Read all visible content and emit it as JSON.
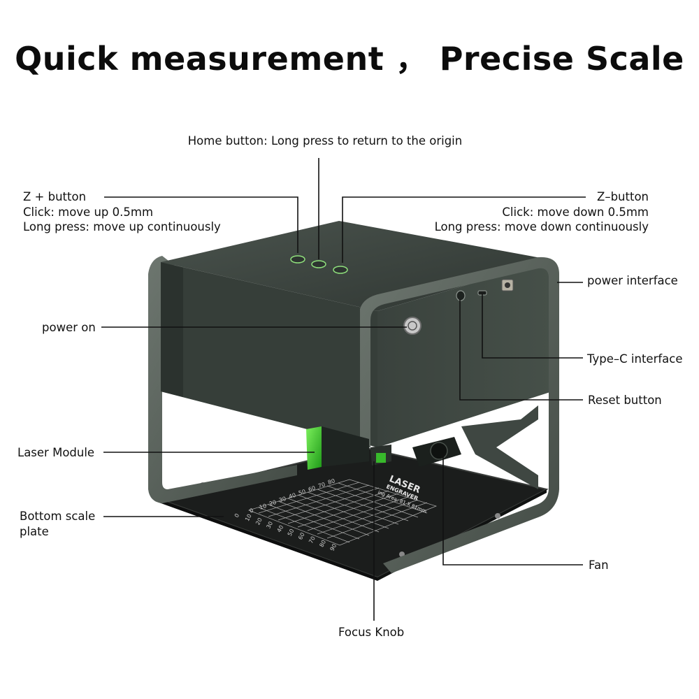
{
  "title": "Quick measurement ， Precise Scale",
  "labels": {
    "home": "Home button: Long press to return to the origin",
    "z_plus": [
      "Z + button",
      "Click: move up 0.5mm",
      "Long press: move up continuously"
    ],
    "z_minus": [
      "Z–button",
      "Click: move down 0.5mm",
      "Long press: move down continuously"
    ],
    "power_interface": "power interface",
    "power_on": "power on",
    "type_c": "Type–C interface",
    "reset": "Reset button",
    "laser_module": "Laser Module",
    "bottom_plate": [
      "Bottom scale",
      "plate"
    ],
    "fan": "Fan",
    "focus_knob": "Focus Knob"
  },
  "device": {
    "plate_brand": [
      "LASER",
      "ENGRAVER"
    ],
    "plate_subtitle": "ing Area: 81 X 81mm",
    "scale_left": [
      "80",
      "70",
      "60",
      "50",
      "40",
      "30",
      "20",
      "10",
      "0"
    ],
    "scale_bottom": [
      "0",
      "10",
      "20",
      "30",
      "40",
      "50",
      "60",
      "70",
      "80",
      "90"
    ]
  },
  "colors": {
    "body": "#3d4540",
    "frame": "#59625c",
    "plate": "#1a1c1b",
    "laser_green": "#3bd12b"
  }
}
